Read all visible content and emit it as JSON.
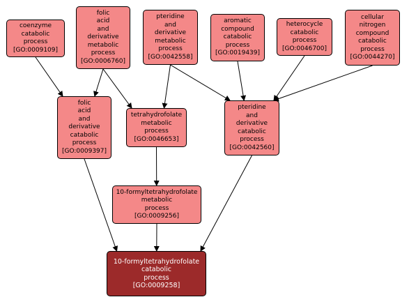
{
  "nodes": {
    "n1": {
      "lines": [
        "coenzyme",
        "catabolic",
        "process",
        "[GO:0009109]"
      ]
    },
    "n2": {
      "lines": [
        "folic",
        "acid",
        "and",
        "derivative",
        "metabolic",
        "process",
        "[GO:0006760]"
      ]
    },
    "n3": {
      "lines": [
        "pteridine",
        "and",
        "derivative",
        "metabolic",
        "process",
        "[GO:0042558]"
      ]
    },
    "n4": {
      "lines": [
        "aromatic",
        "compound",
        "catabolic",
        "process",
        "[GO:0019439]"
      ]
    },
    "n5": {
      "lines": [
        "heterocycle",
        "catabolic",
        "process",
        "[GO:0046700]"
      ]
    },
    "n6": {
      "lines": [
        "cellular",
        "nitrogen",
        "compound",
        "catabolic",
        "process",
        "[GO:0044270]"
      ]
    },
    "n7": {
      "lines": [
        "folic",
        "acid",
        "and",
        "derivative",
        "catabolic",
        "process",
        "[GO:0009397]"
      ]
    },
    "n8": {
      "lines": [
        "tetrahydrofolate",
        "metabolic",
        "process",
        "[GO:0046653]"
      ]
    },
    "n9": {
      "lines": [
        "pteridine",
        "and",
        "derivative",
        "catabolic",
        "process",
        "[GO:0042560]"
      ]
    },
    "n10": {
      "lines": [
        "10-formyltetrahydrofolate",
        "metabolic",
        "process",
        "[GO:0009256]"
      ]
    },
    "n11": {
      "lines": [
        "10-formyltetrahydrofolate",
        "catabolic",
        "process",
        "[GO:0009258]"
      ]
    }
  },
  "edges": [
    [
      "n1",
      "n7"
    ],
    [
      "n2",
      "n7"
    ],
    [
      "n2",
      "n8"
    ],
    [
      "n3",
      "n8"
    ],
    [
      "n3",
      "n9"
    ],
    [
      "n4",
      "n9"
    ],
    [
      "n5",
      "n9"
    ],
    [
      "n6",
      "n9"
    ],
    [
      "n8",
      "n10"
    ],
    [
      "n7",
      "n11"
    ],
    [
      "n10",
      "n11"
    ],
    [
      "n9",
      "n11"
    ]
  ],
  "colors": {
    "node_fill": "#f48888",
    "target_fill": "#9c2a2a",
    "edge": "#000000"
  }
}
